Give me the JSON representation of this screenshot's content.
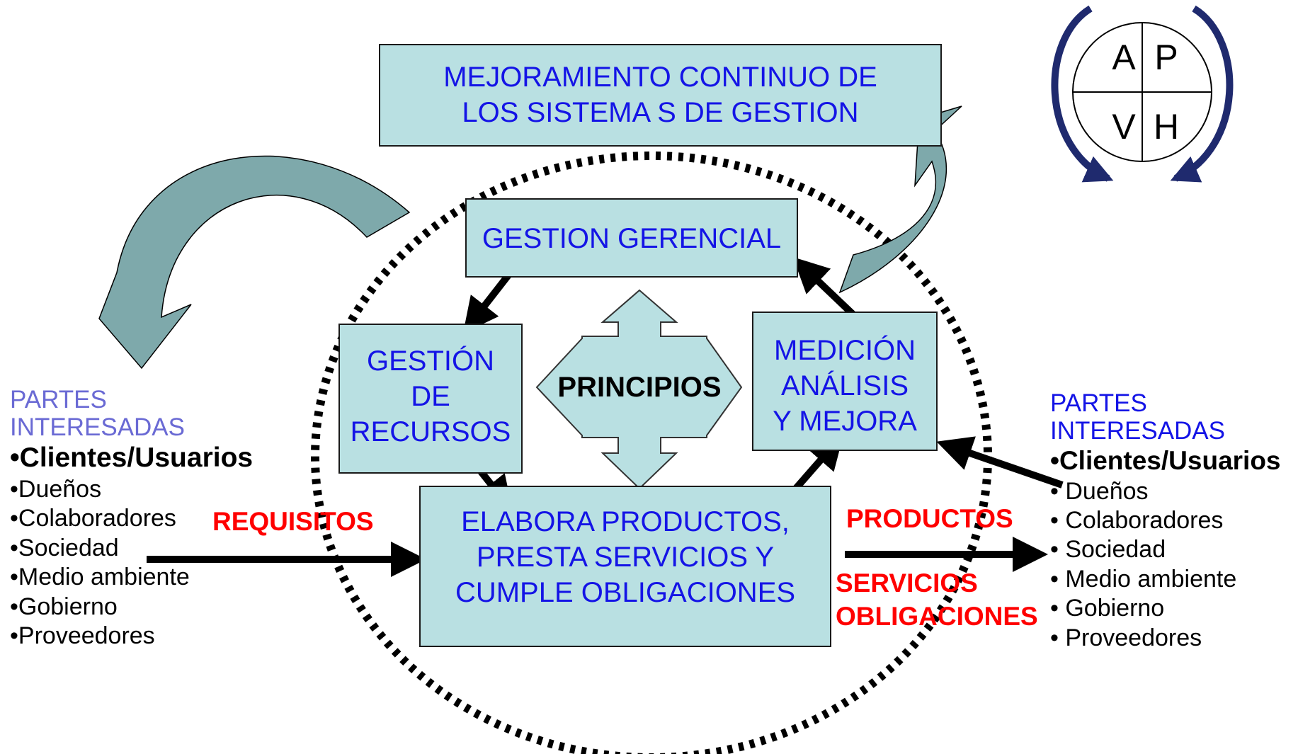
{
  "colors": {
    "box_fill": "#b9e0e2",
    "box_text": "#1414e6",
    "label_red": "#ff0000",
    "left_heading": "#6a6ad4",
    "right_heading": "#1414e6",
    "curved_arrow_fill": "#7ea9ab",
    "cycle_arrow": "#1f2a6e"
  },
  "top_box": {
    "line1": "MEJORAMIENTO CONTINUO DE",
    "line2": "LOS SISTEMA S DE GESTION"
  },
  "gestion_gerencial": "GESTION GERENCIAL",
  "gestion_recursos": {
    "line1": "GESTIÓN",
    "line2": "DE",
    "line3": "RECURSOS"
  },
  "medicion": {
    "line1": "MEDICIÓN",
    "line2": "ANÁLISIS",
    "line3": "Y MEJORA"
  },
  "principios": "PRINCIPIOS",
  "elabora": {
    "line1": "ELABORA  PRODUCTOS,",
    "line2": "PRESTA SERVICIOS Y",
    "line3": "CUMPLE OBLIGACIONES"
  },
  "requisitos": "REQUISITOS",
  "productos": "PRODUCTOS",
  "servicios": "SERVICIOS",
  "obligaciones": "OBLIGACIONES",
  "pdca": {
    "a": "A",
    "p": "P",
    "v": "V",
    "h": "H"
  },
  "left_stakeholders": {
    "heading1": "PARTES",
    "heading2": "INTERESADAS",
    "items": [
      "•Clientes/Usuarios",
      "•Dueños",
      "•Colaboradores",
      "•Sociedad",
      "•Medio ambiente",
      "•Gobierno",
      "•Proveedores"
    ]
  },
  "right_stakeholders": {
    "heading1": "PARTES",
    "heading2": "INTERESADAS",
    "items": [
      "•Clientes/Usuarios",
      "• Dueños",
      "• Colaboradores",
      "• Sociedad",
      "• Medio ambiente",
      "• Gobierno",
      "• Proveedores"
    ]
  }
}
